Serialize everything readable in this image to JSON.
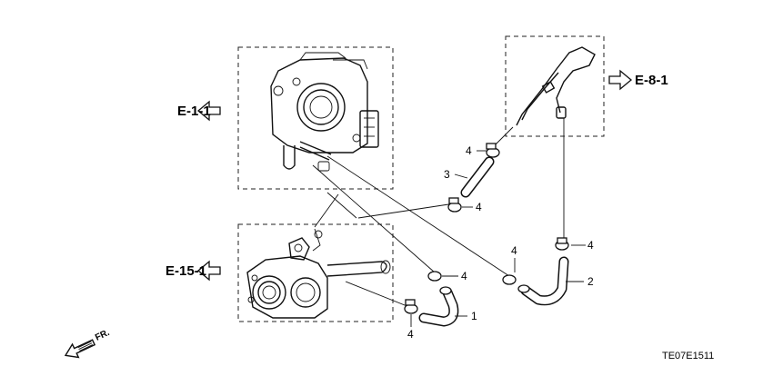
{
  "references": {
    "e_1_1": "E-1-1",
    "e_15_1": "E-15-1",
    "e_8_1": "E-8-1"
  },
  "callouts": {
    "hose_1": "1",
    "hose_2": "2",
    "hose_3": "3",
    "clamp_a": "4",
    "clamp_b": "4",
    "clamp_c": "4",
    "clamp_d": "4",
    "clamp_e": "4",
    "clamp_f": "4"
  },
  "front_marker": "FR.",
  "drawing_code": "TE07E1511"
}
